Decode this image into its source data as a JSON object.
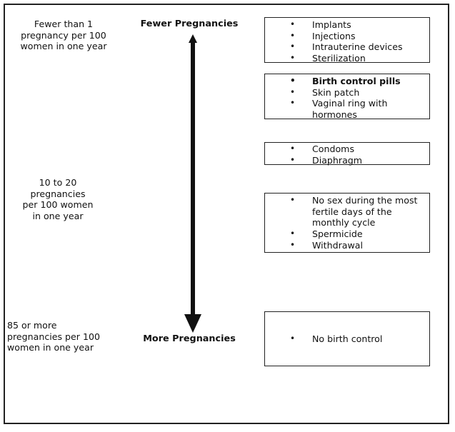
{
  "rates": {
    "low": [
      "Fewer than 1",
      "pregnancy per 100",
      "women in one year"
    ],
    "mid": [
      "10 to 20",
      "pregnancies",
      "per 100 women",
      "in one year"
    ],
    "high": [
      "85 or more",
      "pregnancies per 100",
      "women in one year"
    ]
  },
  "axis": {
    "top_label": "Fewer Pregnancies",
    "bottom_label": "More Pregnancies"
  },
  "boxes": [
    {
      "items": [
        {
          "text": "Implants",
          "bold": false
        },
        {
          "text": "Injections",
          "bold": false
        },
        {
          "text": "Intrauterine devices",
          "bold": false
        },
        {
          "text": "Sterilization",
          "bold": false
        }
      ]
    },
    {
      "items": [
        {
          "text": "Birth control pills",
          "bold": true
        },
        {
          "text": "Skin patch",
          "bold": false
        },
        {
          "text": "Vaginal ring with hormones",
          "bold": false
        }
      ]
    },
    {
      "items": [
        {
          "text": "Condoms",
          "bold": false
        },
        {
          "text": "Diaphragm",
          "bold": false
        }
      ]
    },
    {
      "items": [
        {
          "text": "No sex during the most fertile days of the monthly cycle",
          "bold": false
        },
        {
          "text": "Spermicide",
          "bold": false
        },
        {
          "text": "Withdrawal",
          "bold": false
        }
      ]
    },
    {
      "items": [
        {
          "text": "No birth control",
          "bold": false
        }
      ]
    }
  ],
  "bullet_glyph": "•",
  "colors": {
    "line": "#111111"
  }
}
